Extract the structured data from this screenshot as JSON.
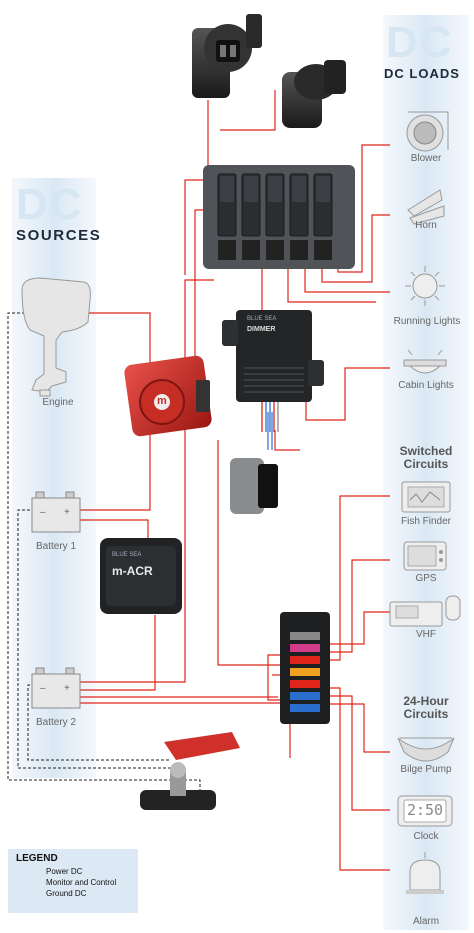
{
  "sources_header": {
    "big": "DC",
    "small": "SOURCES"
  },
  "loads_header": {
    "big": "DC",
    "small": "DC LOADS"
  },
  "sources": {
    "engine": "Engine",
    "battery1": "Battery 1",
    "battery2": "Battery 2"
  },
  "loads": {
    "blower": "Blower",
    "horn": "Horn",
    "running_lights": "Running Lights",
    "cabin_lights": "Cabin Lights"
  },
  "switched_circuits": {
    "title_line1": "Switched",
    "title_line2": "Circuits",
    "fish_finder": "Fish Finder",
    "gps": "GPS",
    "gps_display": "",
    "vhf": "VHF"
  },
  "hour24_circuits": {
    "title_line1": "24-Hour",
    "title_line2": "Circuits",
    "bilge_pump": "Bilge Pump",
    "clock": "Clock",
    "clock_display": "2:50",
    "alarm": "Alarm"
  },
  "devices": {
    "dimmer_brand": "BLUE SEA",
    "dimmer_label": "DIMMER",
    "acr_brand": "BLUE SEA",
    "acr_label": "m-ACR",
    "switch_label": "m"
  },
  "legend": {
    "title": "LEGEND",
    "power": "Power DC",
    "monitor": "Monitor and Control",
    "ground": "Ground DC"
  },
  "colors": {
    "power": "#e0251b",
    "monitor": "#2a6fcf",
    "ground": "#222222",
    "band": "#e3eef7"
  }
}
